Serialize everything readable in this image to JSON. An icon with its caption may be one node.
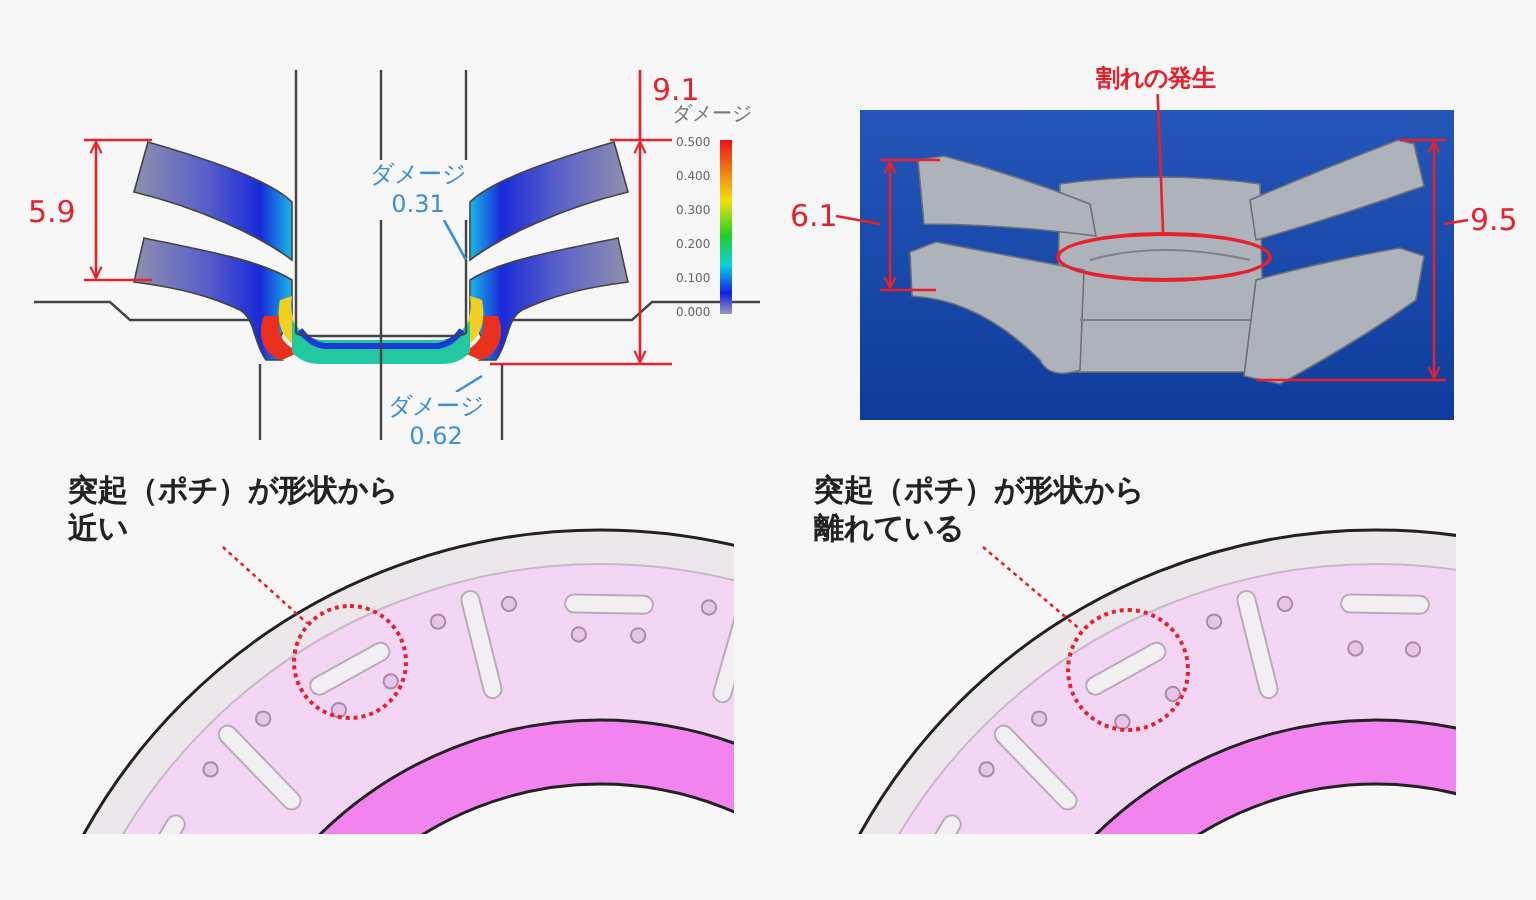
{
  "diagram": {
    "nodes": [
      {
        "text": [
          "ダメージ 0.31"
        ]
      },
      {
        "text": [
          "ダメージ 0.62"
        ]
      },
      {
        "text": [
          "割れの発生"
        ]
      },
      {
        "text": [],
        "shape": "ellipse"
      },
      {
        "text": [
          "突起（ポチ）が形状から近い"
        ]
      },
      {
        "text": [],
        "shape": "circle"
      },
      {
        "text": [
          "突起（ポチ）が形状から離れている"
        ]
      },
      {
        "text": [],
        "shape": "circle"
      }
    ],
    "edges": [
      {
        "from": 0,
        "to": null,
        "arrow": "none",
        "color": "#3a8fd6"
      },
      {
        "from": 1,
        "to": null,
        "arrow": "none",
        "color": "#3a8fd6"
      },
      {
        "from": 2,
        "to": 3,
        "arrow": "none"
      },
      {
        "from": 4,
        "to": 5,
        "arrow": "none",
        "style": "dashed"
      },
      {
        "from": 6,
        "to": 7,
        "arrow": "none",
        "style": "dashed"
      }
    ],
    "labels": [
      "9.1",
      "5.9",
      "ダメージ",
      "0.500",
      "0.400",
      "0.300",
      "0.200",
      "0.100",
      "0.000",
      "6.1",
      "9.5"
    ]
  }
}
